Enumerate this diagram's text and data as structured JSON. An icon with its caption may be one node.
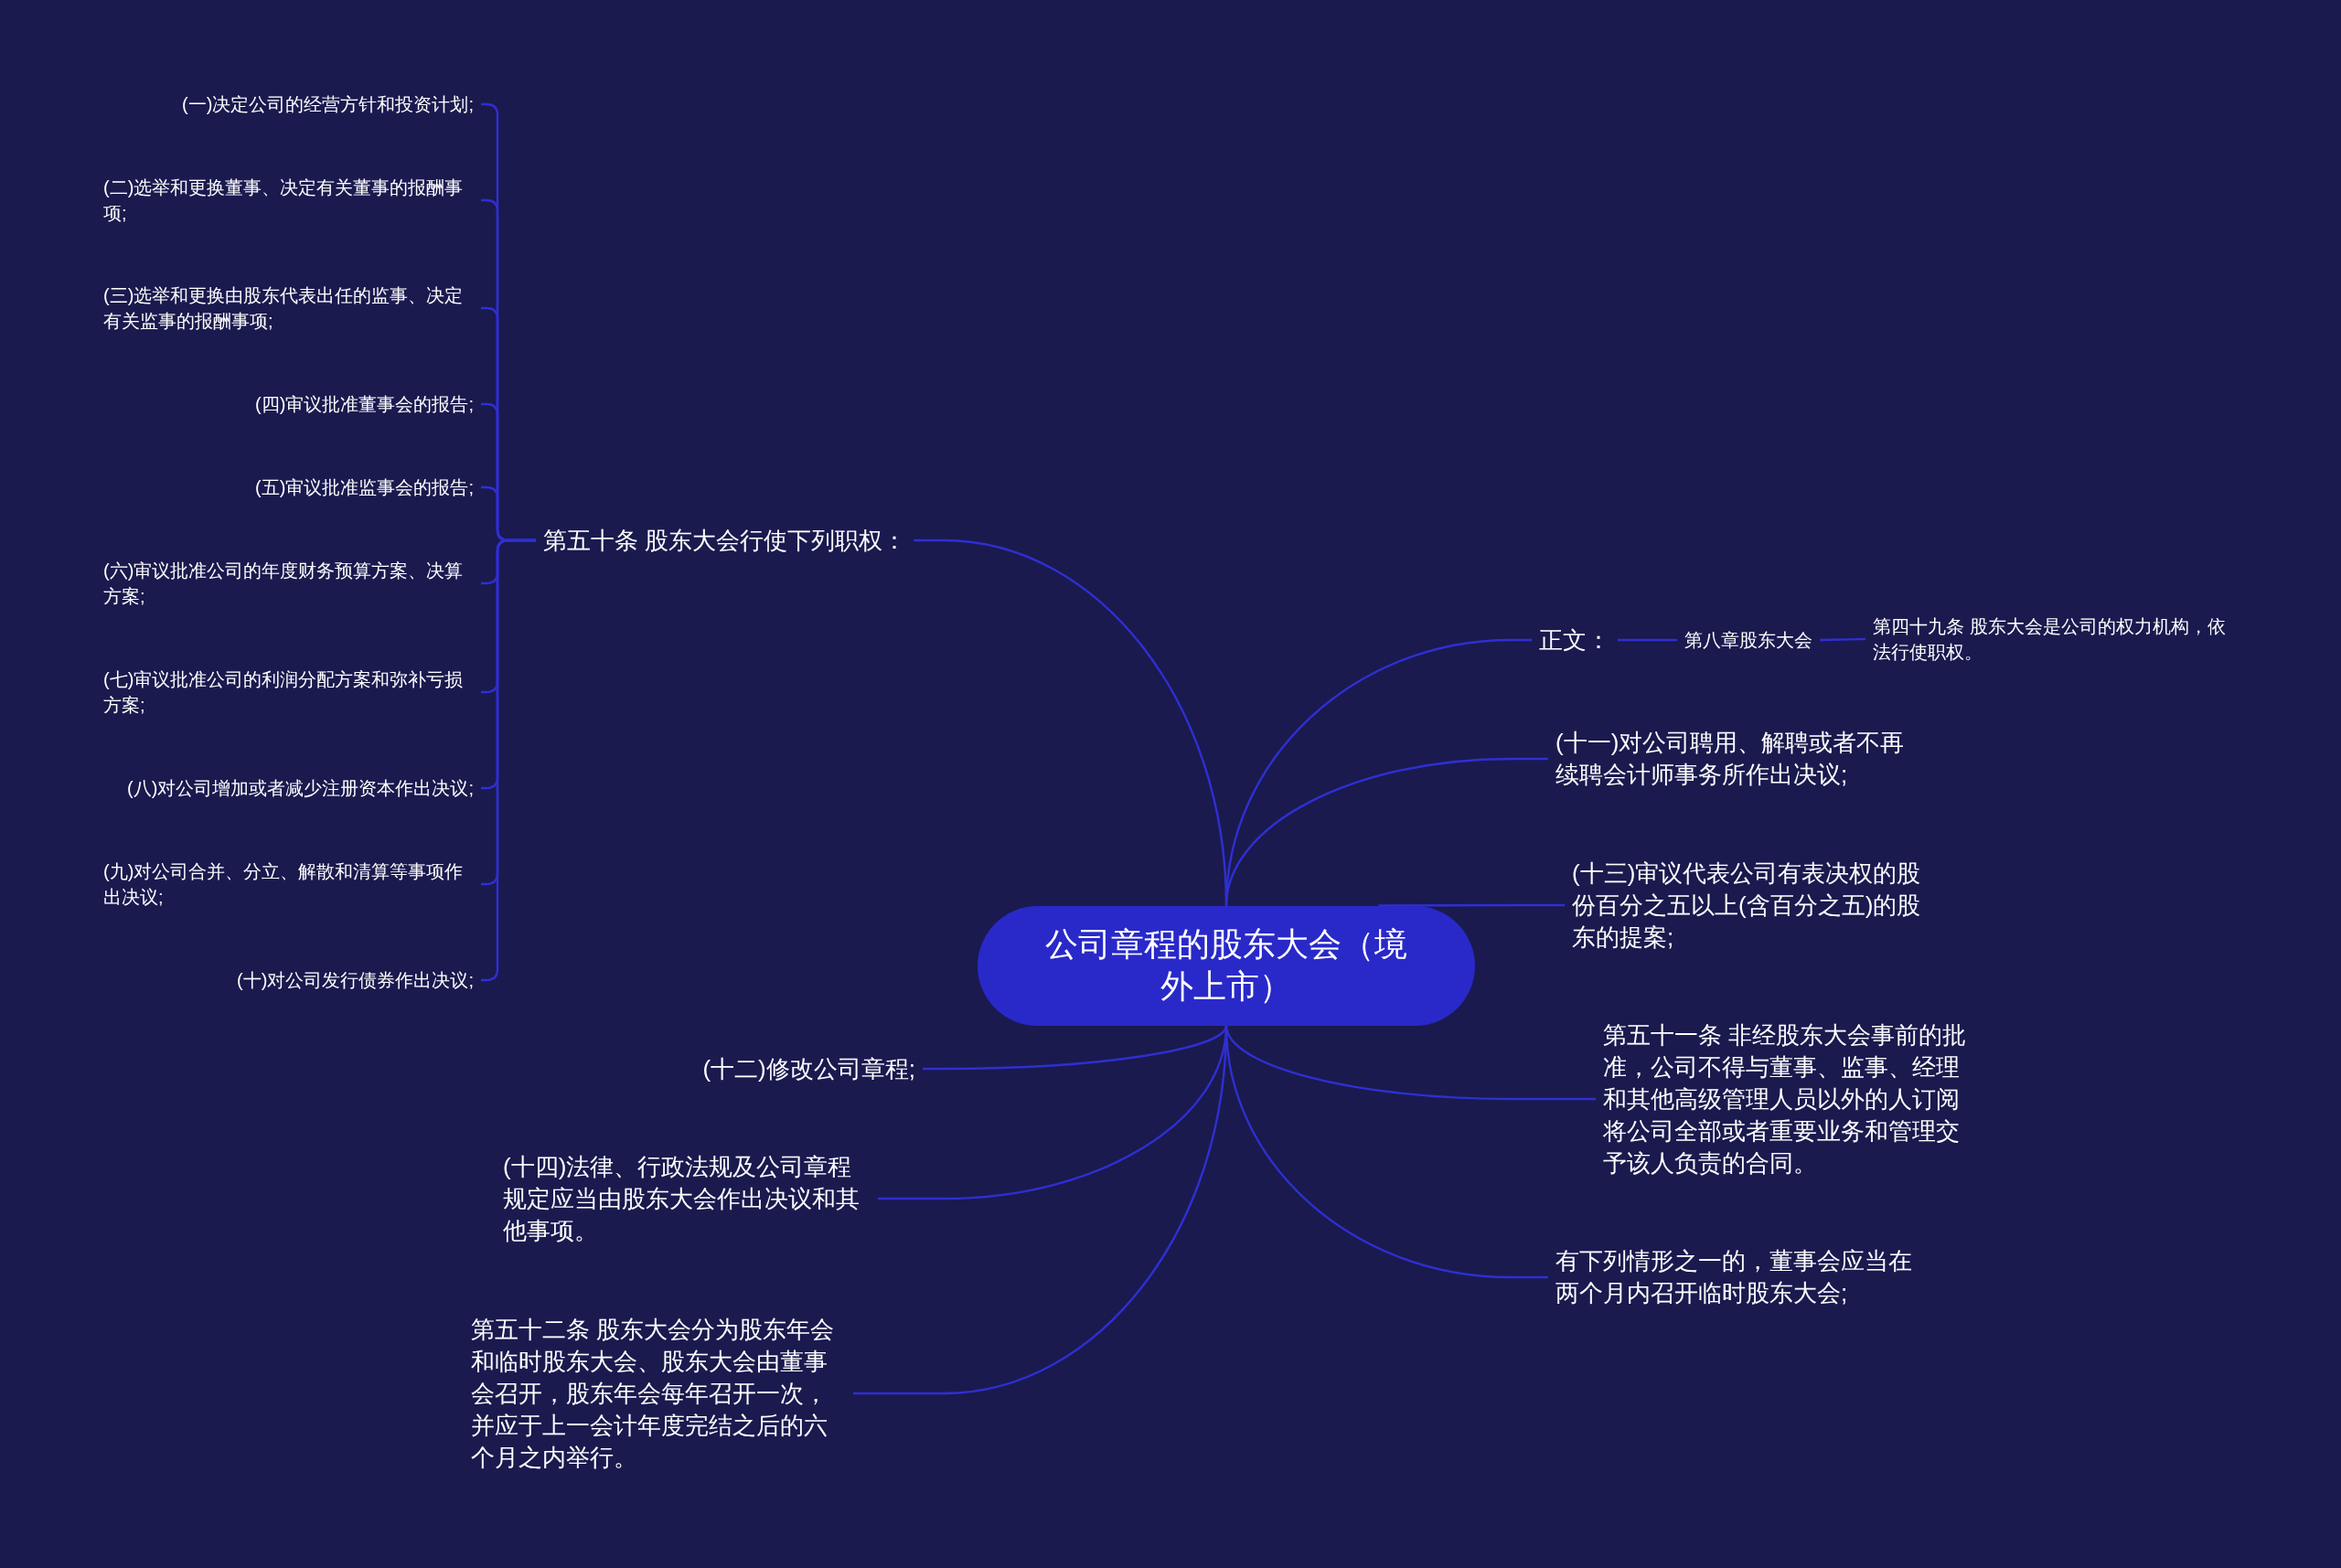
{
  "diagram": {
    "nodes": [
      {
        "text": [
          "公司章程的股东大会（境外上市）"
        ]
      },
      {
        "text": [
          "第五十条 股东大会行使下列职权："
        ]
      },
      {
        "text": [
          "(一)决定公司的经营方针和投资计划;"
        ]
      },
      {
        "text": [
          "(二)选举和更换董事、决定有关董事的报酬事项;"
        ]
      },
      {
        "text": [
          "(三)选举和更换由股东代表出任的监事、决定有关监事的报酬事项;"
        ]
      },
      {
        "text": [
          "(四)审议批准董事会的报告;"
        ]
      },
      {
        "text": [
          "(五)审议批准监事会的报告;"
        ]
      },
      {
        "text": [
          "(六)审议批准公司的年度财务预算方案、决算方案;"
        ]
      },
      {
        "text": [
          "(七)审议批准公司的利润分配方案和弥补亏损方案;"
        ]
      },
      {
        "text": [
          "(八)对公司增加或者减少注册资本作出决议;"
        ]
      },
      {
        "text": [
          "(九)对公司合并、分立、解散和清算等事项作出决议;"
        ]
      },
      {
        "text": [
          "(十)对公司发行债券作出决议;"
        ]
      },
      {
        "text": [
          "(十二)修改公司章程;"
        ]
      },
      {
        "text": [
          "(十四)法律、行政法规及公司章程规定应当由股东大会作出决议和其他事项。"
        ]
      },
      {
        "text": [
          "第五十二条 股东大会分为股东年会和临时股东大会、股东大会由董事会召开，股东年会每年召开一次，并应于上一会计年度完结之后的六个月之内举行。"
        ]
      },
      {
        "text": [
          "正文："
        ]
      },
      {
        "text": [
          "第八章股东大会"
        ]
      },
      {
        "text": [
          "第四十九条 股东大会是公司的权力机构，依法行使职权。"
        ]
      },
      {
        "text": [
          "(十一)对公司聘用、解聘或者不再续聘会计师事务所作出决议;"
        ]
      },
      {
        "text": [
          "(十三)审议代表公司有表决权的股份百分之五以上(含百分之五)的股东的提案;"
        ]
      },
      {
        "text": [
          "第五十一条 非经股东大会事前的批准，公司不得与董事、监事、经理和其他高级管理人员以外的人订阅将公司全部或者重要业务和管理交予该人负责的合同。"
        ]
      },
      {
        "text": [
          "有下列情形之一的，董事会应当在两个月内召开临时股东大会;"
        ]
      }
    ],
    "edges": [
      {
        "from": 0,
        "to": 1,
        "arrow": "none"
      },
      {
        "from": 1,
        "to": 2,
        "arrow": "none"
      },
      {
        "from": 1,
        "to": 3,
        "arrow": "none"
      },
      {
        "from": 1,
        "to": 4,
        "arrow": "none"
      },
      {
        "from": 1,
        "to": 5,
        "arrow": "none"
      },
      {
        "from": 1,
        "to": 6,
        "arrow": "none"
      },
      {
        "from": 1,
        "to": 7,
        "arrow": "none"
      },
      {
        "from": 1,
        "to": 8,
        "arrow": "none"
      },
      {
        "from": 1,
        "to": 9,
        "arrow": "none"
      },
      {
        "from": 1,
        "to": 10,
        "arrow": "none"
      },
      {
        "from": 1,
        "to": 11,
        "arrow": "none"
      },
      {
        "from": 0,
        "to": 12,
        "arrow": "none"
      },
      {
        "from": 0,
        "to": 13,
        "arrow": "none"
      },
      {
        "from": 0,
        "to": 14,
        "arrow": "none"
      },
      {
        "from": 0,
        "to": 15,
        "arrow": "none"
      },
      {
        "from": 15,
        "to": 16,
        "arrow": "none"
      },
      {
        "from": 16,
        "to": 17,
        "arrow": "none"
      },
      {
        "from": 0,
        "to": 18,
        "arrow": "none"
      },
      {
        "from": 0,
        "to": 19,
        "arrow": "none"
      },
      {
        "from": 0,
        "to": 20,
        "arrow": "none"
      },
      {
        "from": 0,
        "to": 21,
        "arrow": "none"
      }
    ]
  }
}
